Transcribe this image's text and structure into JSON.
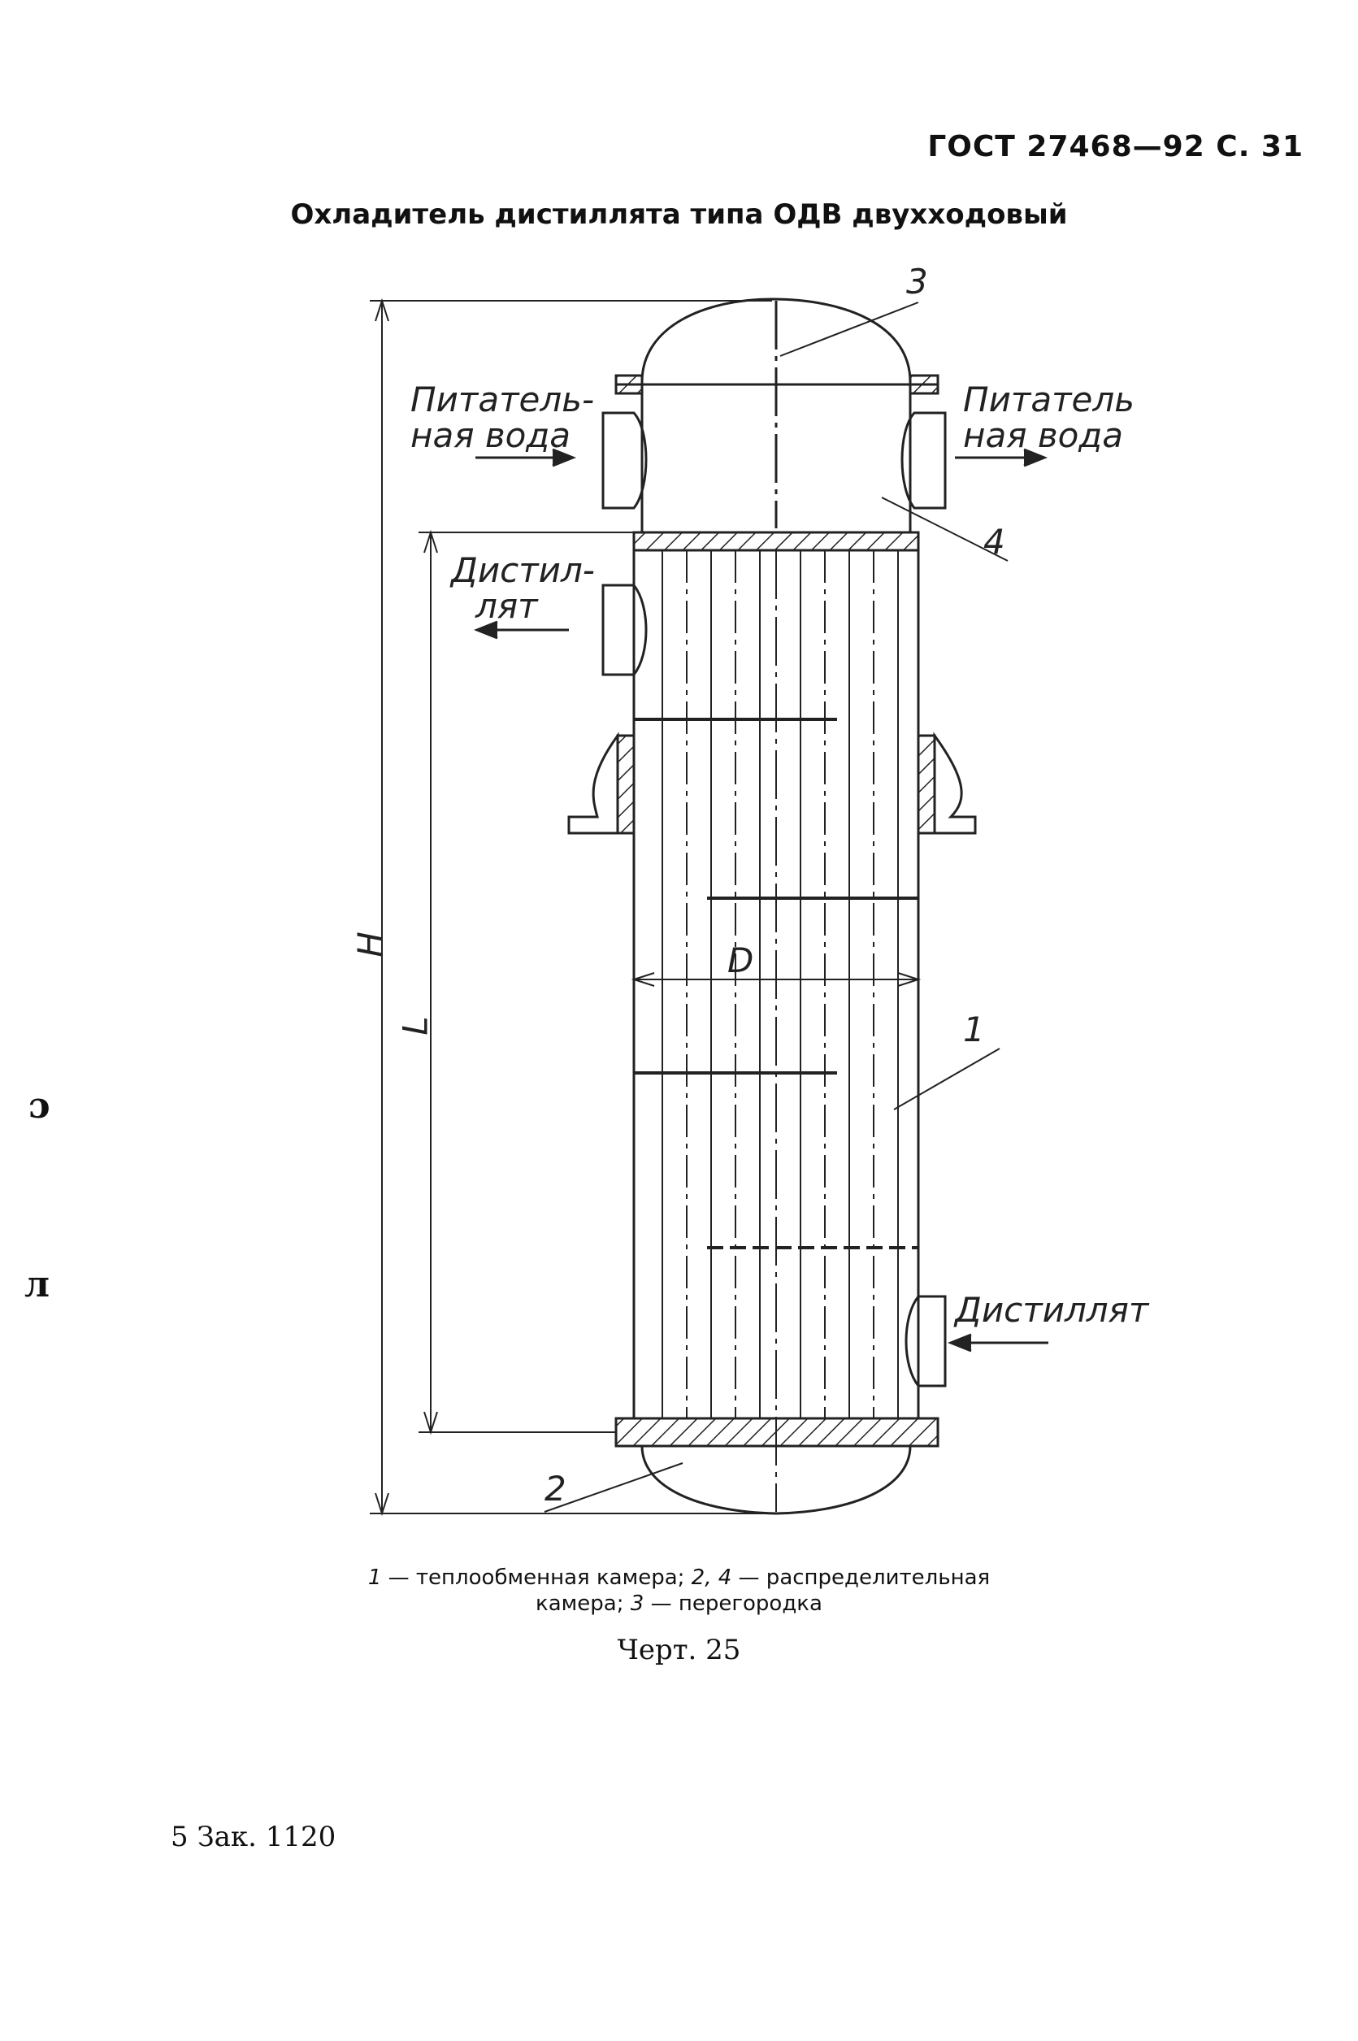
{
  "header": {
    "standard": "ГОСТ 27468—92 С. 31"
  },
  "title": "Охладитель дистиллята типа ОДВ двухходовый",
  "drawing": {
    "labels": {
      "feed_in": [
        "Питатель-",
        "ная вода"
      ],
      "feed_out": [
        "Питатель",
        "ная вода"
      ],
      "distillate_out": [
        "Дистил-",
        "лят"
      ],
      "distillate_in": "Дистиллят",
      "dim_H": "H",
      "dim_L": "L",
      "dim_D": "D",
      "pos1": "1",
      "pos2": "2",
      "pos3": "3",
      "pos4": "4"
    }
  },
  "caption": {
    "n1": "1",
    "t1": " — теплообменная камера; ",
    "n2": "2, 4",
    "t2": " — распределительная",
    "t3": "камера; ",
    "n3": "3",
    "t4": " — перегородка"
  },
  "figure_number": "Черт. 25",
  "footer": "5 Зак. 1120",
  "margin_marks": [
    "ɔ",
    "л"
  ]
}
